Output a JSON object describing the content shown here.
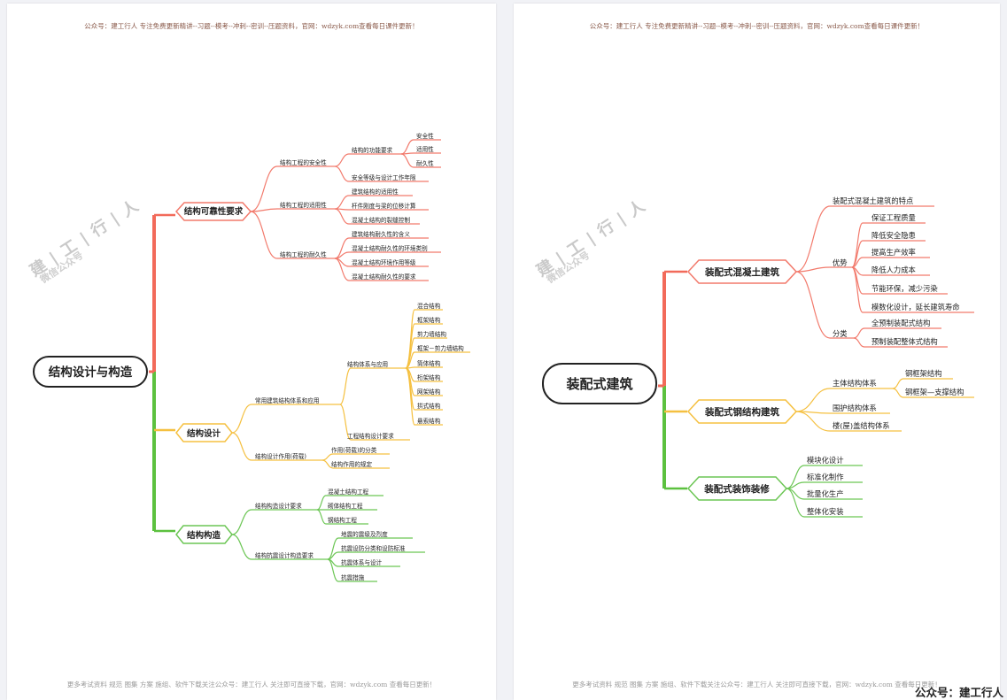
{
  "header_text": "公众号：建工行人 专注免费更新精讲--习题--模考--冲刺--密训--压题资料，官网：wdzyk.com查看每日课件更新！",
  "footer_text": "更多考试资料 规范 图集 方案 施组、软件下载关注公众号：建工行人 关注即可直接下载，官网：wdzyk.com 查看每日更新！",
  "watermark": {
    "main": "建 | 工 | 行 | 人",
    "sub": "微信公众号"
  },
  "caption": "公众号：建工行人",
  "colors": {
    "red": "#f27a6c",
    "yellow": "#f5c040",
    "green": "#6cc655",
    "trunk_red": "#f26a5a",
    "trunk_green": "#5cc13f"
  },
  "left": {
    "root": "结构设计与构造",
    "b1": {
      "label": "结构可靠性要求",
      "c1": {
        "label": "结构工程的安全性",
        "d1": {
          "label": "结构的功能要求",
          "items": [
            "安全性",
            "适用性",
            "耐久性"
          ]
        },
        "d2": "安全等级与设计工作年限"
      },
      "c2": {
        "label": "结构工程的适用性",
        "items": [
          "建筑结构的适用性",
          "杆件刚度与梁的位移计算",
          "混凝土结构的裂缝控制"
        ]
      },
      "c3": {
        "label": "结构工程的耐久性",
        "items": [
          "建筑结构耐久性的含义",
          "混凝土结构耐久性的环境类别",
          "混凝土结构环境作用等级",
          "混凝土结构耐久性的要求"
        ]
      }
    },
    "b2": {
      "label": "结构设计",
      "c1": {
        "label": "常用建筑结构体系和应用",
        "d1": {
          "label": "结构体系与应用",
          "items": [
            "混合结构",
            "框架结构",
            "剪力墙结构",
            "框架－剪力墙结构",
            "筒体结构",
            "桁架结构",
            "网架结构",
            "拱式结构",
            "悬索结构"
          ]
        },
        "d2": "工程结构设计要求"
      },
      "c2": {
        "label": "结构设计作用(荷载)",
        "items": [
          "作用(荷载)的分类",
          "结构作用的规定"
        ]
      }
    },
    "b3": {
      "label": "结构构造",
      "c1": {
        "label": "结构构造设计要求",
        "items": [
          "混凝土结构工程",
          "砌体结构工程",
          "钢结构工程"
        ]
      },
      "c2": {
        "label": "结构抗震设计构造要求",
        "items": [
          "地震的震级及烈度",
          "抗震设防分类和设防标准",
          "抗震体系与设计",
          "抗震措施"
        ]
      }
    }
  },
  "right": {
    "root": "装配式建筑",
    "b1": {
      "label": "装配式混凝土建筑",
      "c0": "装配式混凝土建筑的特点",
      "c1": {
        "label": "优势",
        "items": [
          "保证工程质量",
          "降低安全隐患",
          "提高生产效率",
          "降低人力成本",
          "节能环保，减少污染",
          "模数化设计，延长建筑寿命"
        ]
      },
      "c2": {
        "label": "分类",
        "items": [
          "全预制装配式结构",
          "预制装配整体式结构"
        ]
      }
    },
    "b2": {
      "label": "装配式钢结构建筑",
      "c1": {
        "label": "主体结构体系",
        "items": [
          "钢框架结构",
          "钢框架—支撑结构"
        ]
      },
      "c2": "围护结构体系",
      "c3": "楼(屋)盖结构体系"
    },
    "b3": {
      "label": "装配式装饰装修",
      "items": [
        "模块化设计",
        "标准化制作",
        "批量化生产",
        "整体化安装"
      ]
    }
  }
}
